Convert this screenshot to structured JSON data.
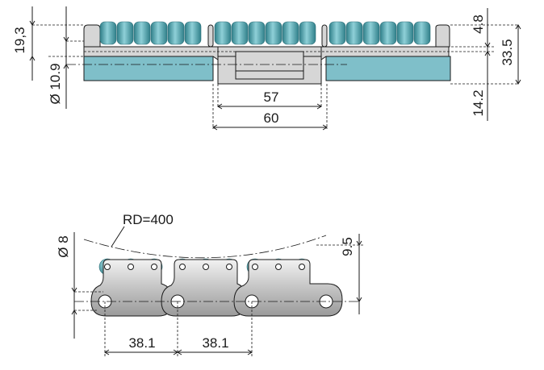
{
  "top_view": {
    "dim_top_height": "19,3",
    "dim_pin_diameter": "Ø 10.9",
    "dim_roller_offset": "4.8",
    "dim_total_height": "33.5",
    "dim_base_height": "14.2",
    "dim_inner_width": "57",
    "dim_outer_width": "60"
  },
  "side_view": {
    "radius_label": "RD=400",
    "dim_roller_diameter": "Ø 8",
    "dim_roller_height": "9.5",
    "pitch_left": "38.1",
    "pitch_right": "38.1"
  },
  "colors": {
    "roller": "#4aa3ad",
    "plate": "#7fbfc9",
    "metal": "#d6d6d6"
  }
}
